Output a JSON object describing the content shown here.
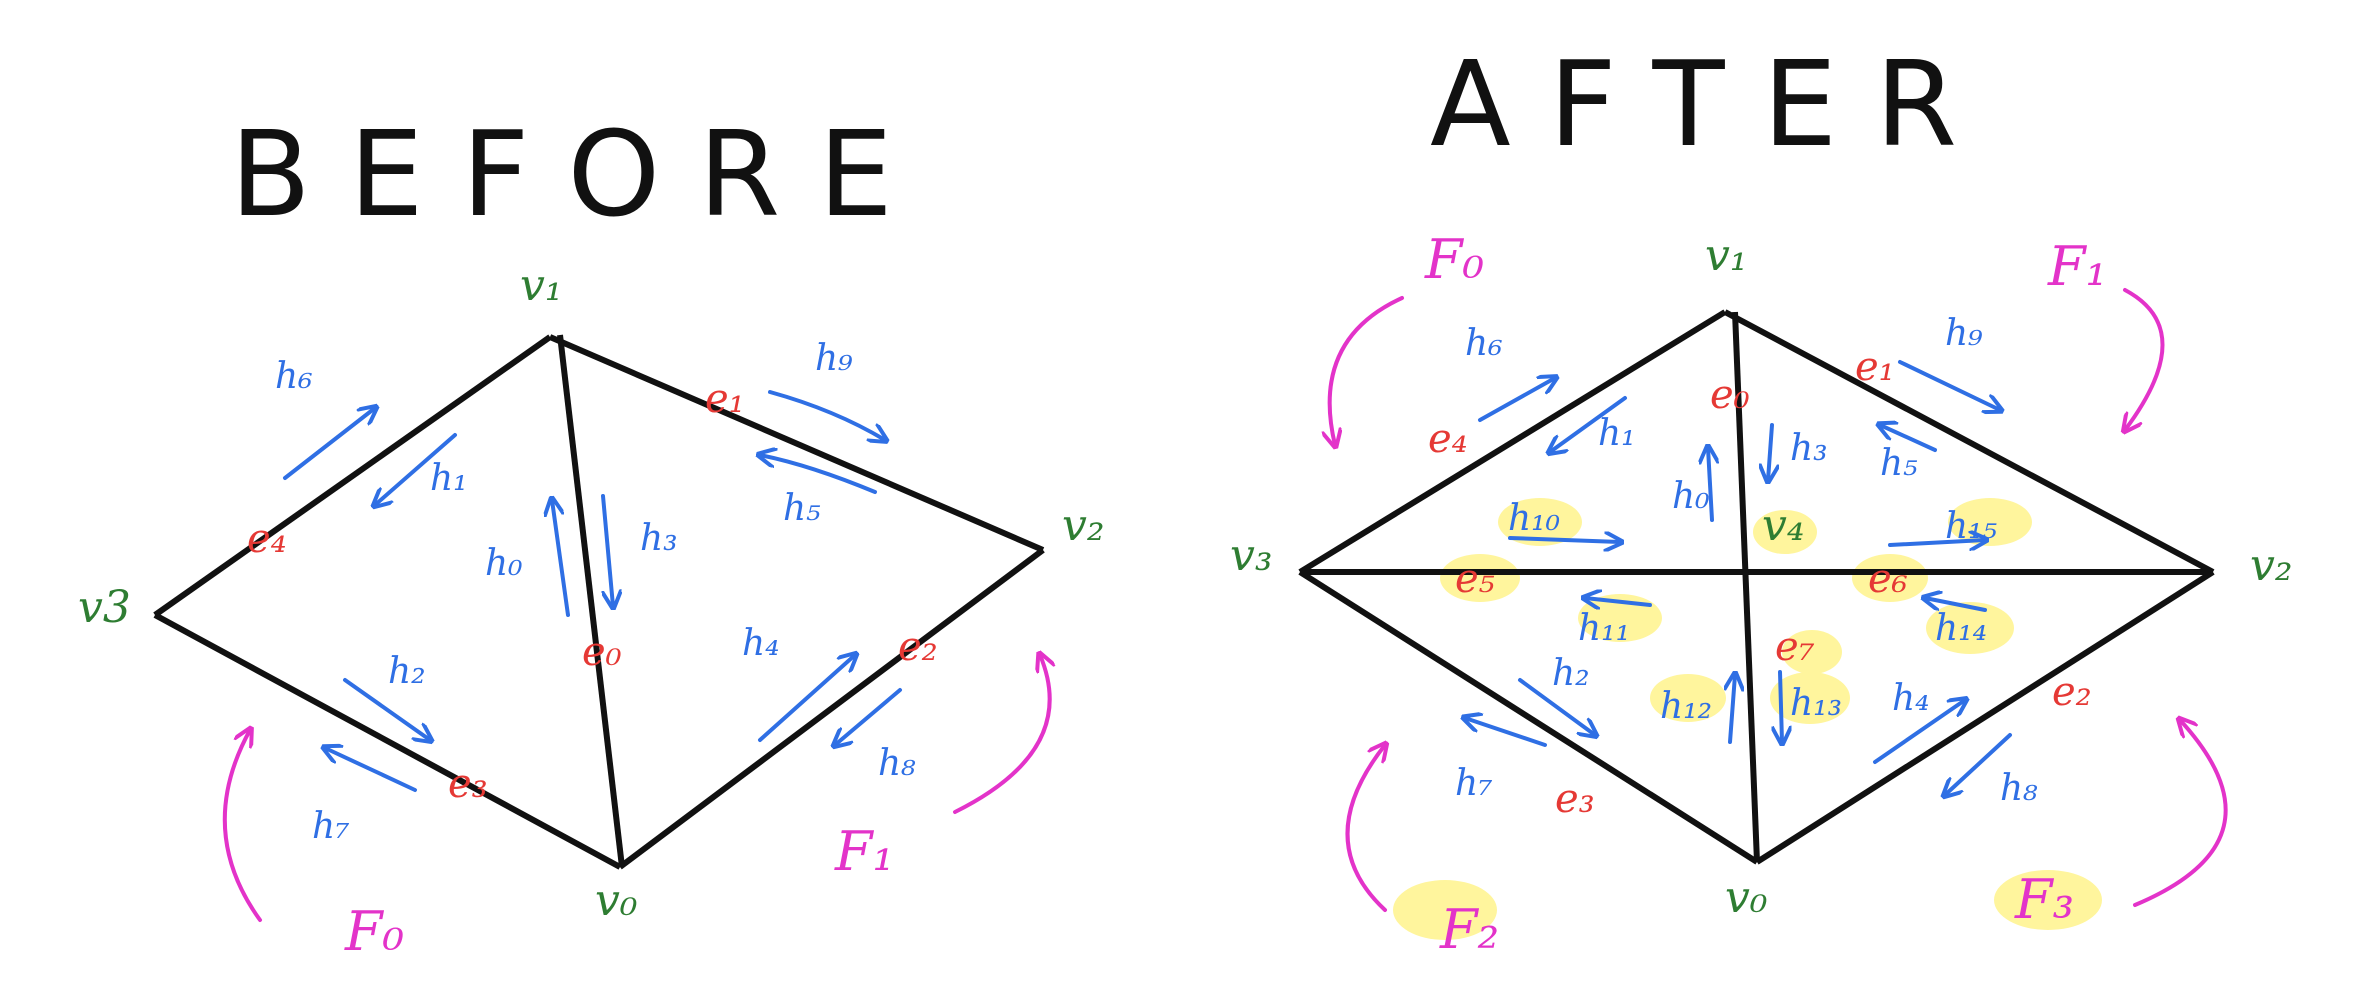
{
  "before": {
    "title": "BEFORE",
    "vertices": {
      "v0": "v₀",
      "v1": "v₁",
      "v2": "v₂",
      "v3": "v3"
    },
    "edges": {
      "e0": "e₀",
      "e1": "e₁",
      "e2": "e₂",
      "e3": "e₃",
      "e4": "e₄"
    },
    "halfedges": {
      "h0": "h₀",
      "h1": "h₁",
      "h2": "h₂",
      "h3": "h₃",
      "h4": "h₄",
      "h5": "h₅",
      "h6": "h₆",
      "h7": "h₇",
      "h8": "h₈",
      "h9": "h₉"
    },
    "faces": {
      "f0": "F₀",
      "f1": "F₁"
    }
  },
  "after": {
    "title": "AFTER",
    "vertices": {
      "v0": "v₀",
      "v1": "v₁",
      "v2": "v₂",
      "v3": "v₃",
      "v4": "v₄"
    },
    "edges": {
      "e0": "e₀",
      "e1": "e₁",
      "e2": "e₂",
      "e3": "e₃",
      "e4": "e₄",
      "e5": "e₅",
      "e6": "e₆",
      "e7": "e₇"
    },
    "halfedges": {
      "h0": "h₀",
      "h1": "h₁",
      "h2": "h₂",
      "h3": "h₃",
      "h4": "h₄",
      "h5": "h₅",
      "h6": "h₆",
      "h7": "h₇",
      "h8": "h₈",
      "h9": "h₉",
      "h10": "h₁₀",
      "h11": "h₁₁",
      "h12": "h₁₂",
      "h13": "h₁₃",
      "h14": "h₁₄",
      "h15": "h₁₅"
    },
    "faces": {
      "f0": "F₀",
      "f1": "F₁",
      "f2": "F₂",
      "f3": "F₃"
    }
  },
  "colors": {
    "mesh": "#111111",
    "vertex": "#2e7d32",
    "edge": "#e53935",
    "halfedge": "#2f6fe4",
    "face": "#e333c9",
    "highlight": "#fff59d"
  }
}
